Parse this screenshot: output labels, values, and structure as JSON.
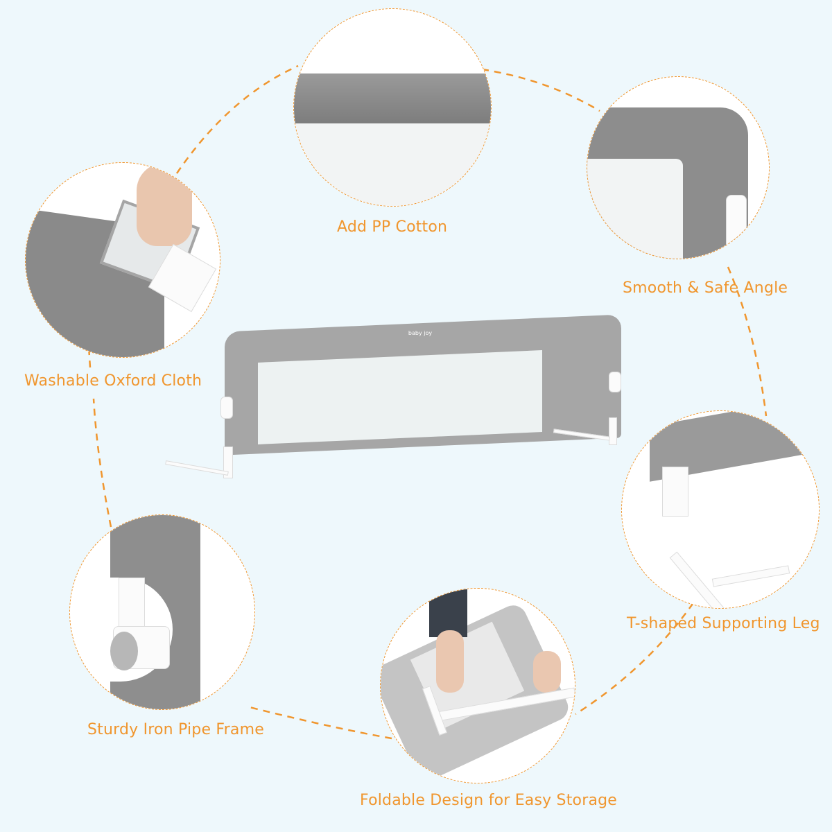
{
  "colors": {
    "background": "#eef8fc",
    "accent": "#f0962e",
    "fabric_gray": "#8f8f8f",
    "mesh": "#f2f4f4"
  },
  "product": {
    "name": "Bed Rail",
    "brand_mark": "baby joy"
  },
  "features": [
    {
      "id": "pp-cotton",
      "label": "Add PP Cotton"
    },
    {
      "id": "smooth-angle",
      "label": "Smooth & Safe Angle"
    },
    {
      "id": "oxford-cloth",
      "label": "Washable Oxford Cloth"
    },
    {
      "id": "t-leg",
      "label": "T-shaped Supporting Leg"
    },
    {
      "id": "iron-frame",
      "label": "Sturdy Iron Pipe Frame"
    },
    {
      "id": "foldable",
      "label": "Foldable Design for Easy Storage"
    }
  ]
}
